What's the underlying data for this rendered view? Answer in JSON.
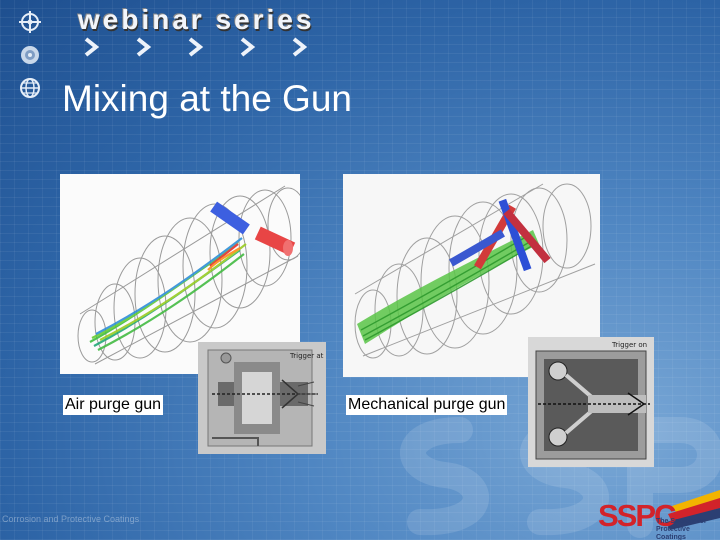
{
  "header": {
    "brand": "webinar series"
  },
  "title": "Mixing at the Gun",
  "figures": {
    "left_caption": "Air purge gun",
    "right_caption": "Mechanical purge gun",
    "left_detail_label": "Trigger at",
    "right_detail_label": "Trigger on"
  },
  "footer": {
    "watermark_text": "Corrosion and Protective Coatings"
  },
  "logo": {
    "mark": "SSPC",
    "tagline_1": "The Society for",
    "tagline_2": "Protective Coatings"
  },
  "colors": {
    "title": "#ffffff",
    "brand_text": "#f2f5fa",
    "logo_red": "#d2232a",
    "logo_navy": "#2b3f73",
    "logo_yellow": "#f2b400"
  },
  "icons": [
    "crosshair-icon",
    "target-icon",
    "globe-icon",
    "chevron-right-icon"
  ]
}
